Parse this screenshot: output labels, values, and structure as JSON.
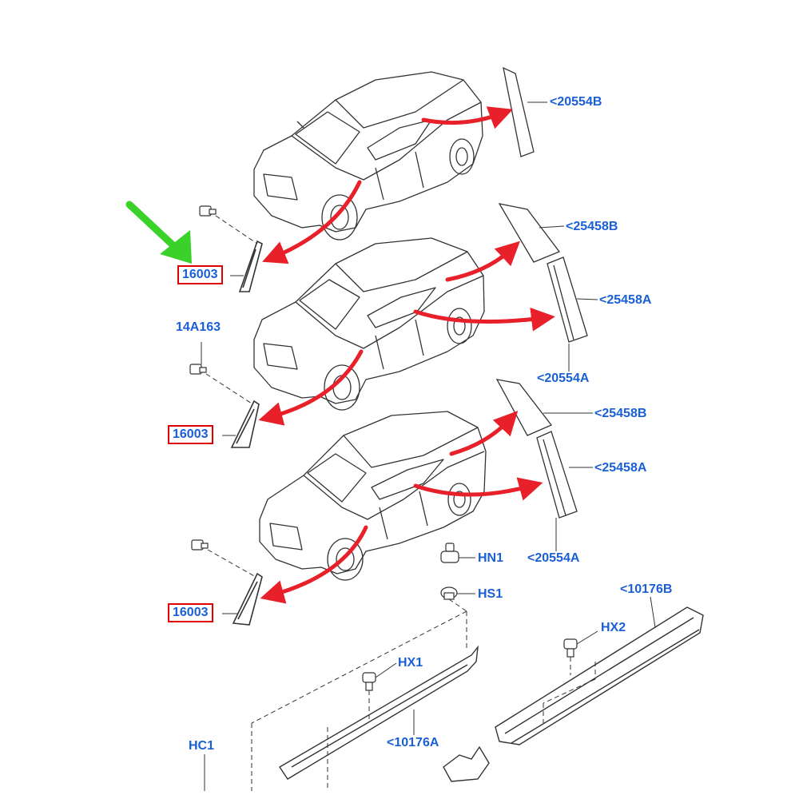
{
  "diagram": {
    "callouts": {
      "b_pillar_rear_1": "<20554B",
      "b_pillar_rear_2": "<20554A",
      "b_pillar_rear_3": "<20554A",
      "pillar_upper_1": "<25458B",
      "pillar_lower_1": "<25458A",
      "pillar_upper_2": "<25458B",
      "pillar_lower_2": "<25458A",
      "triangle_1": "16003",
      "triangle_2": "16003",
      "triangle_3": "16003",
      "clip_14a163": "14A163",
      "fastener_hn1": "HN1",
      "fastener_hs1": "HS1",
      "fastener_hx1": "HX1",
      "fastener_hx2": "HX2",
      "sill_right": "<10176B",
      "sill_left": "<10176A",
      "fastener_hc1": "HC1"
    },
    "colors": {
      "label_text": "#1a5fd6",
      "highlight_box": "#e00000",
      "arrow_red": "#e8202a",
      "pointer_green": "#3ad12a",
      "line_art": "#333333"
    }
  }
}
